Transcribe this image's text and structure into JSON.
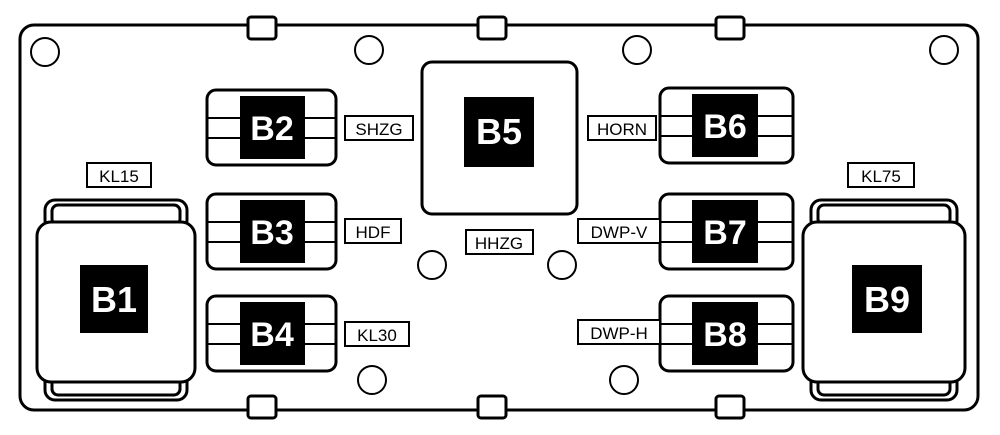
{
  "relays": {
    "b1": "B1",
    "b2": "B2",
    "b3": "B3",
    "b4": "B4",
    "b5": "B5",
    "b6": "B6",
    "b7": "B7",
    "b8": "B8",
    "b9": "B9"
  },
  "labels": {
    "kl15": "KL15",
    "kl75": "KL75",
    "shzg": "SHZG",
    "hdf": "HDF",
    "kl30": "KL30",
    "hhzg": "HHZG",
    "horn": "HORN",
    "dwp_v": "DWP-V",
    "dwp_h": "DWP-H"
  }
}
